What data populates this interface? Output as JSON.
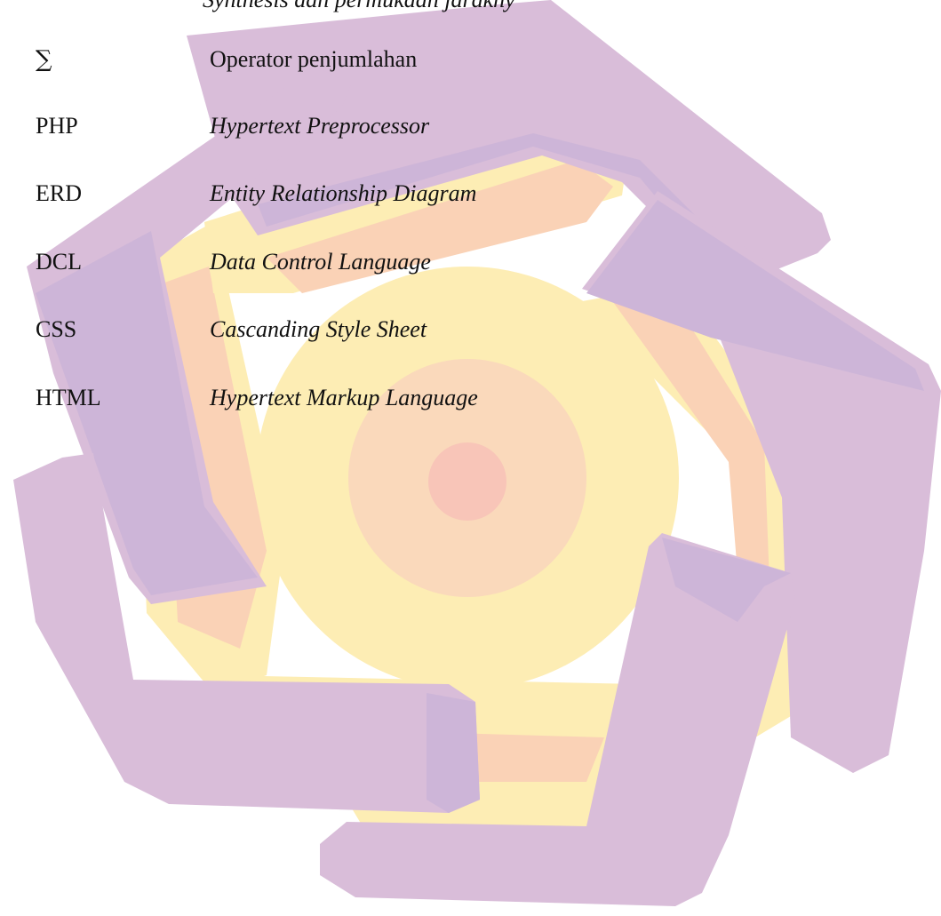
{
  "cut_top_line": "Synthesis dan permukaan jarakny",
  "rows": [
    {
      "abbr": "∑",
      "definition": "Operator penjumlahan",
      "italic": false
    },
    {
      "abbr": "PHP",
      "definition": "Hypertext Preprocessor",
      "italic": true
    },
    {
      "abbr": "ERD",
      "definition": "Entity Relationship Diagram",
      "italic": true
    },
    {
      "abbr": "DCL",
      "definition": "Data Control Language",
      "italic": true
    },
    {
      "abbr": "CSS",
      "definition": "Cascanding Style Sheet",
      "italic": true
    },
    {
      "abbr": "HTML",
      "definition": "Hypertext Markup Language",
      "italic": true
    }
  ],
  "watermark": {
    "colors": {
      "purple": "#d9bdd9",
      "purple_dark": "#cdb5d8",
      "yellow": "#fdedb4",
      "peach": "#fad2b6",
      "salmon": "#f8c5b8"
    }
  }
}
